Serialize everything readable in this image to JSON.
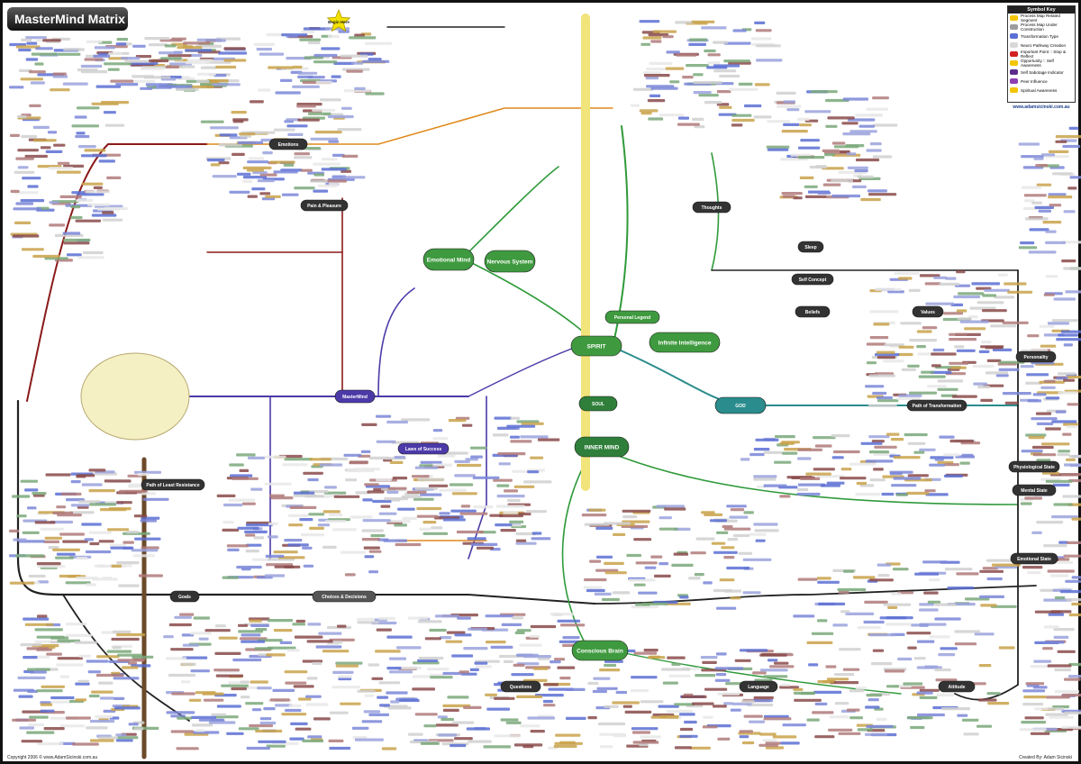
{
  "title": "MasterMind Matrix",
  "subtitle": "",
  "legend": {
    "title": "Symbol Key",
    "items": [
      {
        "label": "Process Map Related Segment",
        "color": "#f2c500"
      },
      {
        "label": "Process Map Under Construction",
        "color": "#9c9c9c"
      },
      {
        "label": "Transformation Type",
        "color": "#5b6fd4"
      },
      {
        "label": "Neuro Pathway Creation",
        "color": "#d8d8d8"
      },
      {
        "label": "Important Point :: Stop & Reflect",
        "color": "#d22222"
      },
      {
        "label": "Opportunity :: Self Awareness",
        "color": "#f2c500"
      },
      {
        "label": "Self Sabotage Indicator",
        "color": "#5a2d8c"
      },
      {
        "label": "Peer Influence",
        "color": "#8d3fb2"
      },
      {
        "label": "Spiritual Awareness",
        "color": "#f2c500"
      }
    ]
  },
  "website": "www.adamsicinski.com.au",
  "copyright": "Copyright 2006 © www.AdamSicinski.com.au",
  "created": "Created By: Adam Sicinski",
  "colors": {
    "red_line": "#8b1a1a",
    "purple_line": "#4b3aa8",
    "green_line": "#2f9a3a",
    "orange_line": "#e08a1e",
    "black_line": "#222222",
    "teal_line": "#2a8c8c"
  },
  "hubs": [
    {
      "id": "spirit",
      "label": "SPIRIT",
      "fill": "#3f9a3f"
    },
    {
      "id": "soul",
      "label": "SOUL",
      "fill": "#2f7f3a"
    },
    {
      "id": "inner_mind",
      "label": "INNER MIND",
      "fill": "#2f7f3a"
    },
    {
      "id": "god",
      "label": "GOD",
      "fill": "#2a8c8c"
    },
    {
      "id": "emotional_mind",
      "label": "Emotional Mind",
      "fill": "#3f9a3f"
    },
    {
      "id": "nervous_system",
      "label": "Nervous System",
      "fill": "#3f9a3f"
    },
    {
      "id": "infinite_intelligence",
      "label": "Infinite Intelligence",
      "fill": "#3f9a3f"
    },
    {
      "id": "conscious_brain",
      "label": "Conscious Brain",
      "fill": "#3f9a3f"
    },
    {
      "id": "personal_legend",
      "label": "Personal Legend",
      "fill": "#3f9a3f"
    },
    {
      "id": "mastermind",
      "label": "MasterMind",
      "fill": "#4b3aa8"
    },
    {
      "id": "choices",
      "label": "Choices & Decisions",
      "fill": "#555555"
    },
    {
      "id": "thoughts",
      "label": "Thoughts",
      "fill": "#333333"
    },
    {
      "id": "beliefs",
      "label": "Beliefs",
      "fill": "#333333"
    },
    {
      "id": "values",
      "label": "Values",
      "fill": "#333333"
    },
    {
      "id": "goals",
      "label": "Goals",
      "fill": "#333333"
    },
    {
      "id": "emotions",
      "label": "Emotions",
      "fill": "#333333"
    },
    {
      "id": "language",
      "label": "Language",
      "fill": "#333333"
    },
    {
      "id": "attitude",
      "label": "Attitude",
      "fill": "#333333"
    },
    {
      "id": "personality",
      "label": "Personality",
      "fill": "#333333"
    },
    {
      "id": "questions",
      "label": "Questions",
      "fill": "#333333"
    },
    {
      "id": "physiological_state",
      "label": "Physiological State",
      "fill": "#333333"
    },
    {
      "id": "mental_state",
      "label": "Mental State",
      "fill": "#333333"
    },
    {
      "id": "emotional_state",
      "label": "Emotional State",
      "fill": "#333333"
    },
    {
      "id": "law_of_success",
      "label": "Laws of Success",
      "fill": "#4b3aa8"
    },
    {
      "id": "pain_pleasure",
      "label": "Pain & Pleasure",
      "fill": "#333333"
    },
    {
      "id": "self_concept",
      "label": "Self Concept",
      "fill": "#333333"
    },
    {
      "id": "sleep",
      "label": "Sleep",
      "fill": "#333333"
    },
    {
      "id": "path_transformation",
      "label": "Path of Transformation",
      "fill": "#333333"
    },
    {
      "id": "path_least_resistance",
      "label": "Path of Least Resistance",
      "fill": "#333333"
    },
    {
      "id": "begin_here",
      "label": "Begin Here",
      "fill": "#f2e100"
    }
  ]
}
